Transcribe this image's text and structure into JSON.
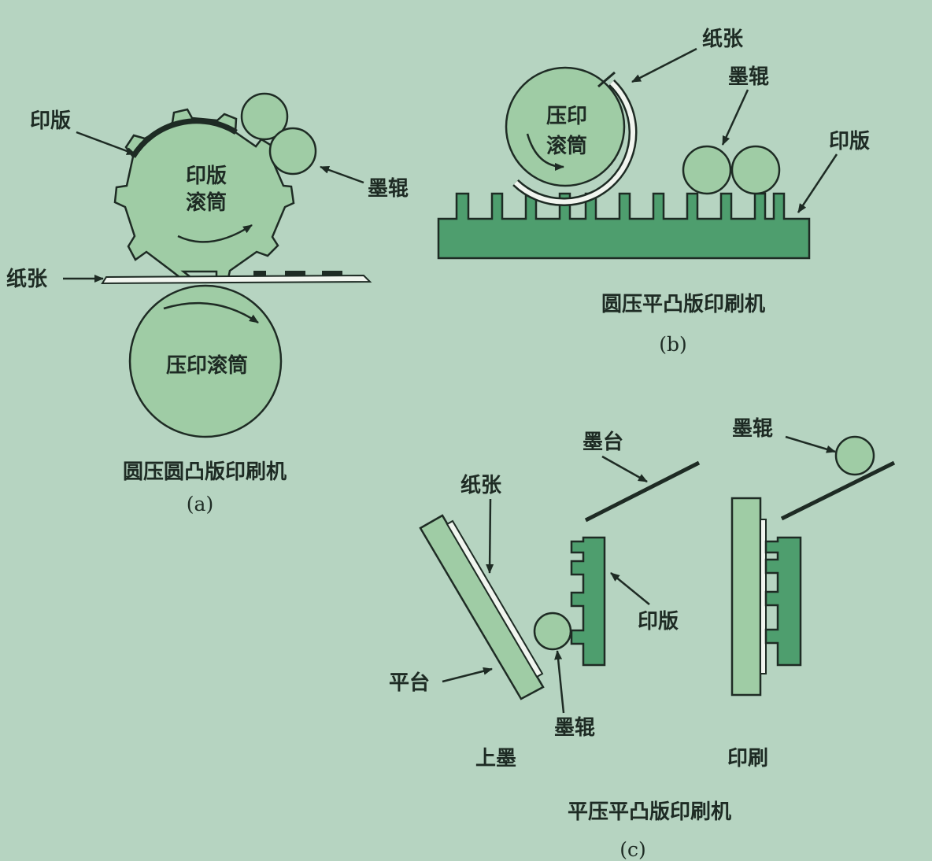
{
  "colors": {
    "background": "#b6d4c1",
    "component_fill": "#9fcca5",
    "plate_dark": "#4e9e6e",
    "line": "#1e2b24",
    "paper": "#f1f5ef"
  },
  "panel_a": {
    "label_plate": "印版",
    "cylinder_text": [
      "印版",
      "滚筒"
    ],
    "label_ink_roller": "墨辊",
    "label_paper": "纸张",
    "impression_cylinder_text": "压印滚筒",
    "caption": "圆压圆凸版印刷机",
    "sub_label": "(a)"
  },
  "panel_b": {
    "label_paper": "纸张",
    "cylinder_text": [
      "压印",
      "滚筒"
    ],
    "label_ink_roller": "墨辊",
    "label_plate": "印版",
    "caption": "圆压平凸版印刷机",
    "sub_label": "(b)"
  },
  "panel_c": {
    "label_ink_table": "墨台",
    "label_paper": "纸张",
    "label_plate": "印版",
    "label_platen": "平台",
    "label_ink_roller_1": "墨辊",
    "label_ink_roller_2": "墨辊",
    "stage_inking": "上墨",
    "stage_printing": "印刷",
    "caption": "平压平凸版印刷机",
    "sub_label": "(c)"
  }
}
